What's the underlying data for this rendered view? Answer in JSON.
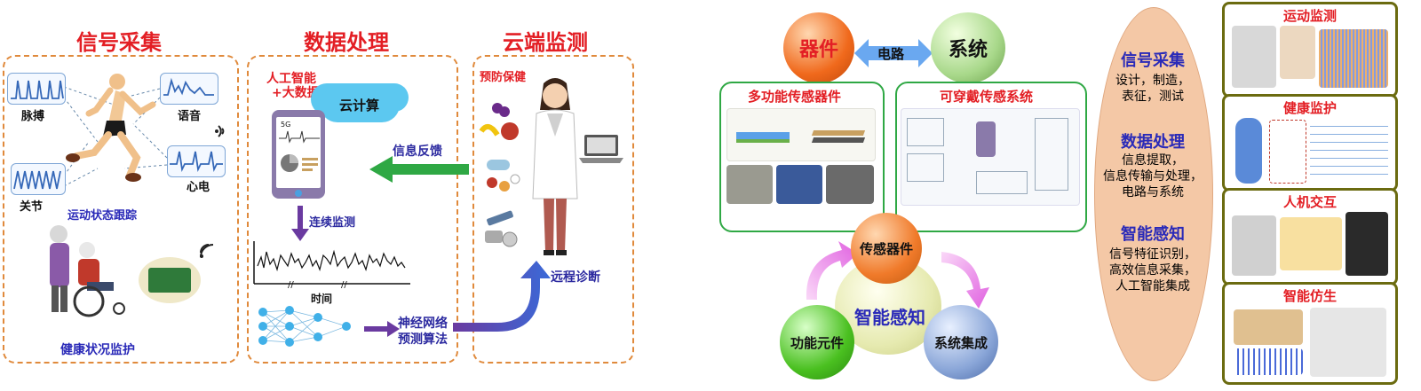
{
  "left": {
    "signal": {
      "title": "信号采集",
      "pulse": "脉搏",
      "voice": "语音",
      "joint": "关节",
      "ecg": "心电",
      "motion": "运动状态跟踪",
      "health": "健康状况监护"
    },
    "data": {
      "title": "数据处理",
      "ai_line1": "人工智能",
      "ai_line2": "+大数据",
      "cloud": "云计算",
      "phone_5g": "5G",
      "continuous": "连续监测",
      "time": "时间",
      "nn_line1": "神经网络",
      "nn_line2": "预测算法"
    },
    "cloud_mon": {
      "title": "云端监测",
      "prevent": "预防保健",
      "feedback": "信息反馈",
      "remote": "远程诊断"
    }
  },
  "right": {
    "device": "器件",
    "circuit": "电路",
    "system": "系统",
    "multi": "多功能传感器件",
    "wearable": "可穿戴传感系统",
    "center": "智能感知",
    "sensor": "传感器件",
    "functional": "功能元件",
    "integration": "系统集成",
    "ellipse": {
      "h1": "信号采集",
      "t1a": "设计，制造，",
      "t1b": "表征，测试",
      "h2": "数据处理",
      "t2a": "信息提取，",
      "t2b": "信息传输与处理，",
      "t2c": "电路与系统",
      "h3": "智能感知",
      "t3a": "信号特征识别，",
      "t3b": "高效信息采集，",
      "t3c": "人工智能集成"
    },
    "panels": [
      "运动监测",
      "健康监护",
      "人机交互",
      "智能仿生"
    ]
  }
}
